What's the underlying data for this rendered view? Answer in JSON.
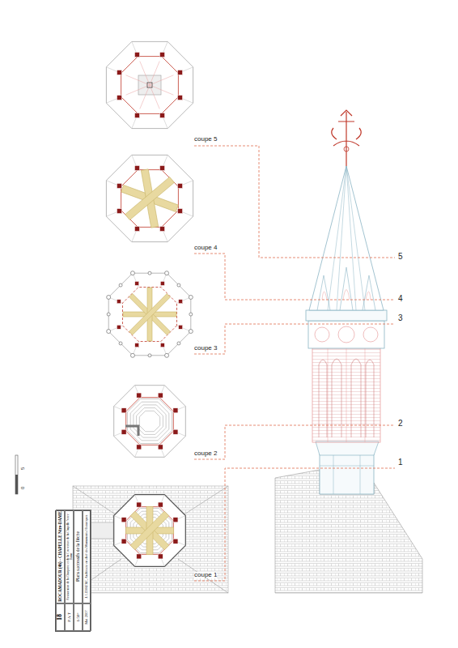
{
  "diagram": {
    "labels": [
      "coupe 5",
      "coupe 4",
      "coupe 3",
      "coupe 2",
      "coupe 1",
      "5",
      "4",
      "3",
      "2",
      "1",
      "ROCAMADOUR (46) - CHAPELLE Ntre-DAME",
      "Restauration de la Charpente et de la Couverture de la Chapelle Notre-Dame",
      "Plans successifs de la flèche",
      "J. LEBRERE, Architecte en chef des Monuments Historiques",
      "18",
      "P.A.T",
      "1/50°",
      "Mai 2007",
      "0",
      "5"
    ]
  }
}
